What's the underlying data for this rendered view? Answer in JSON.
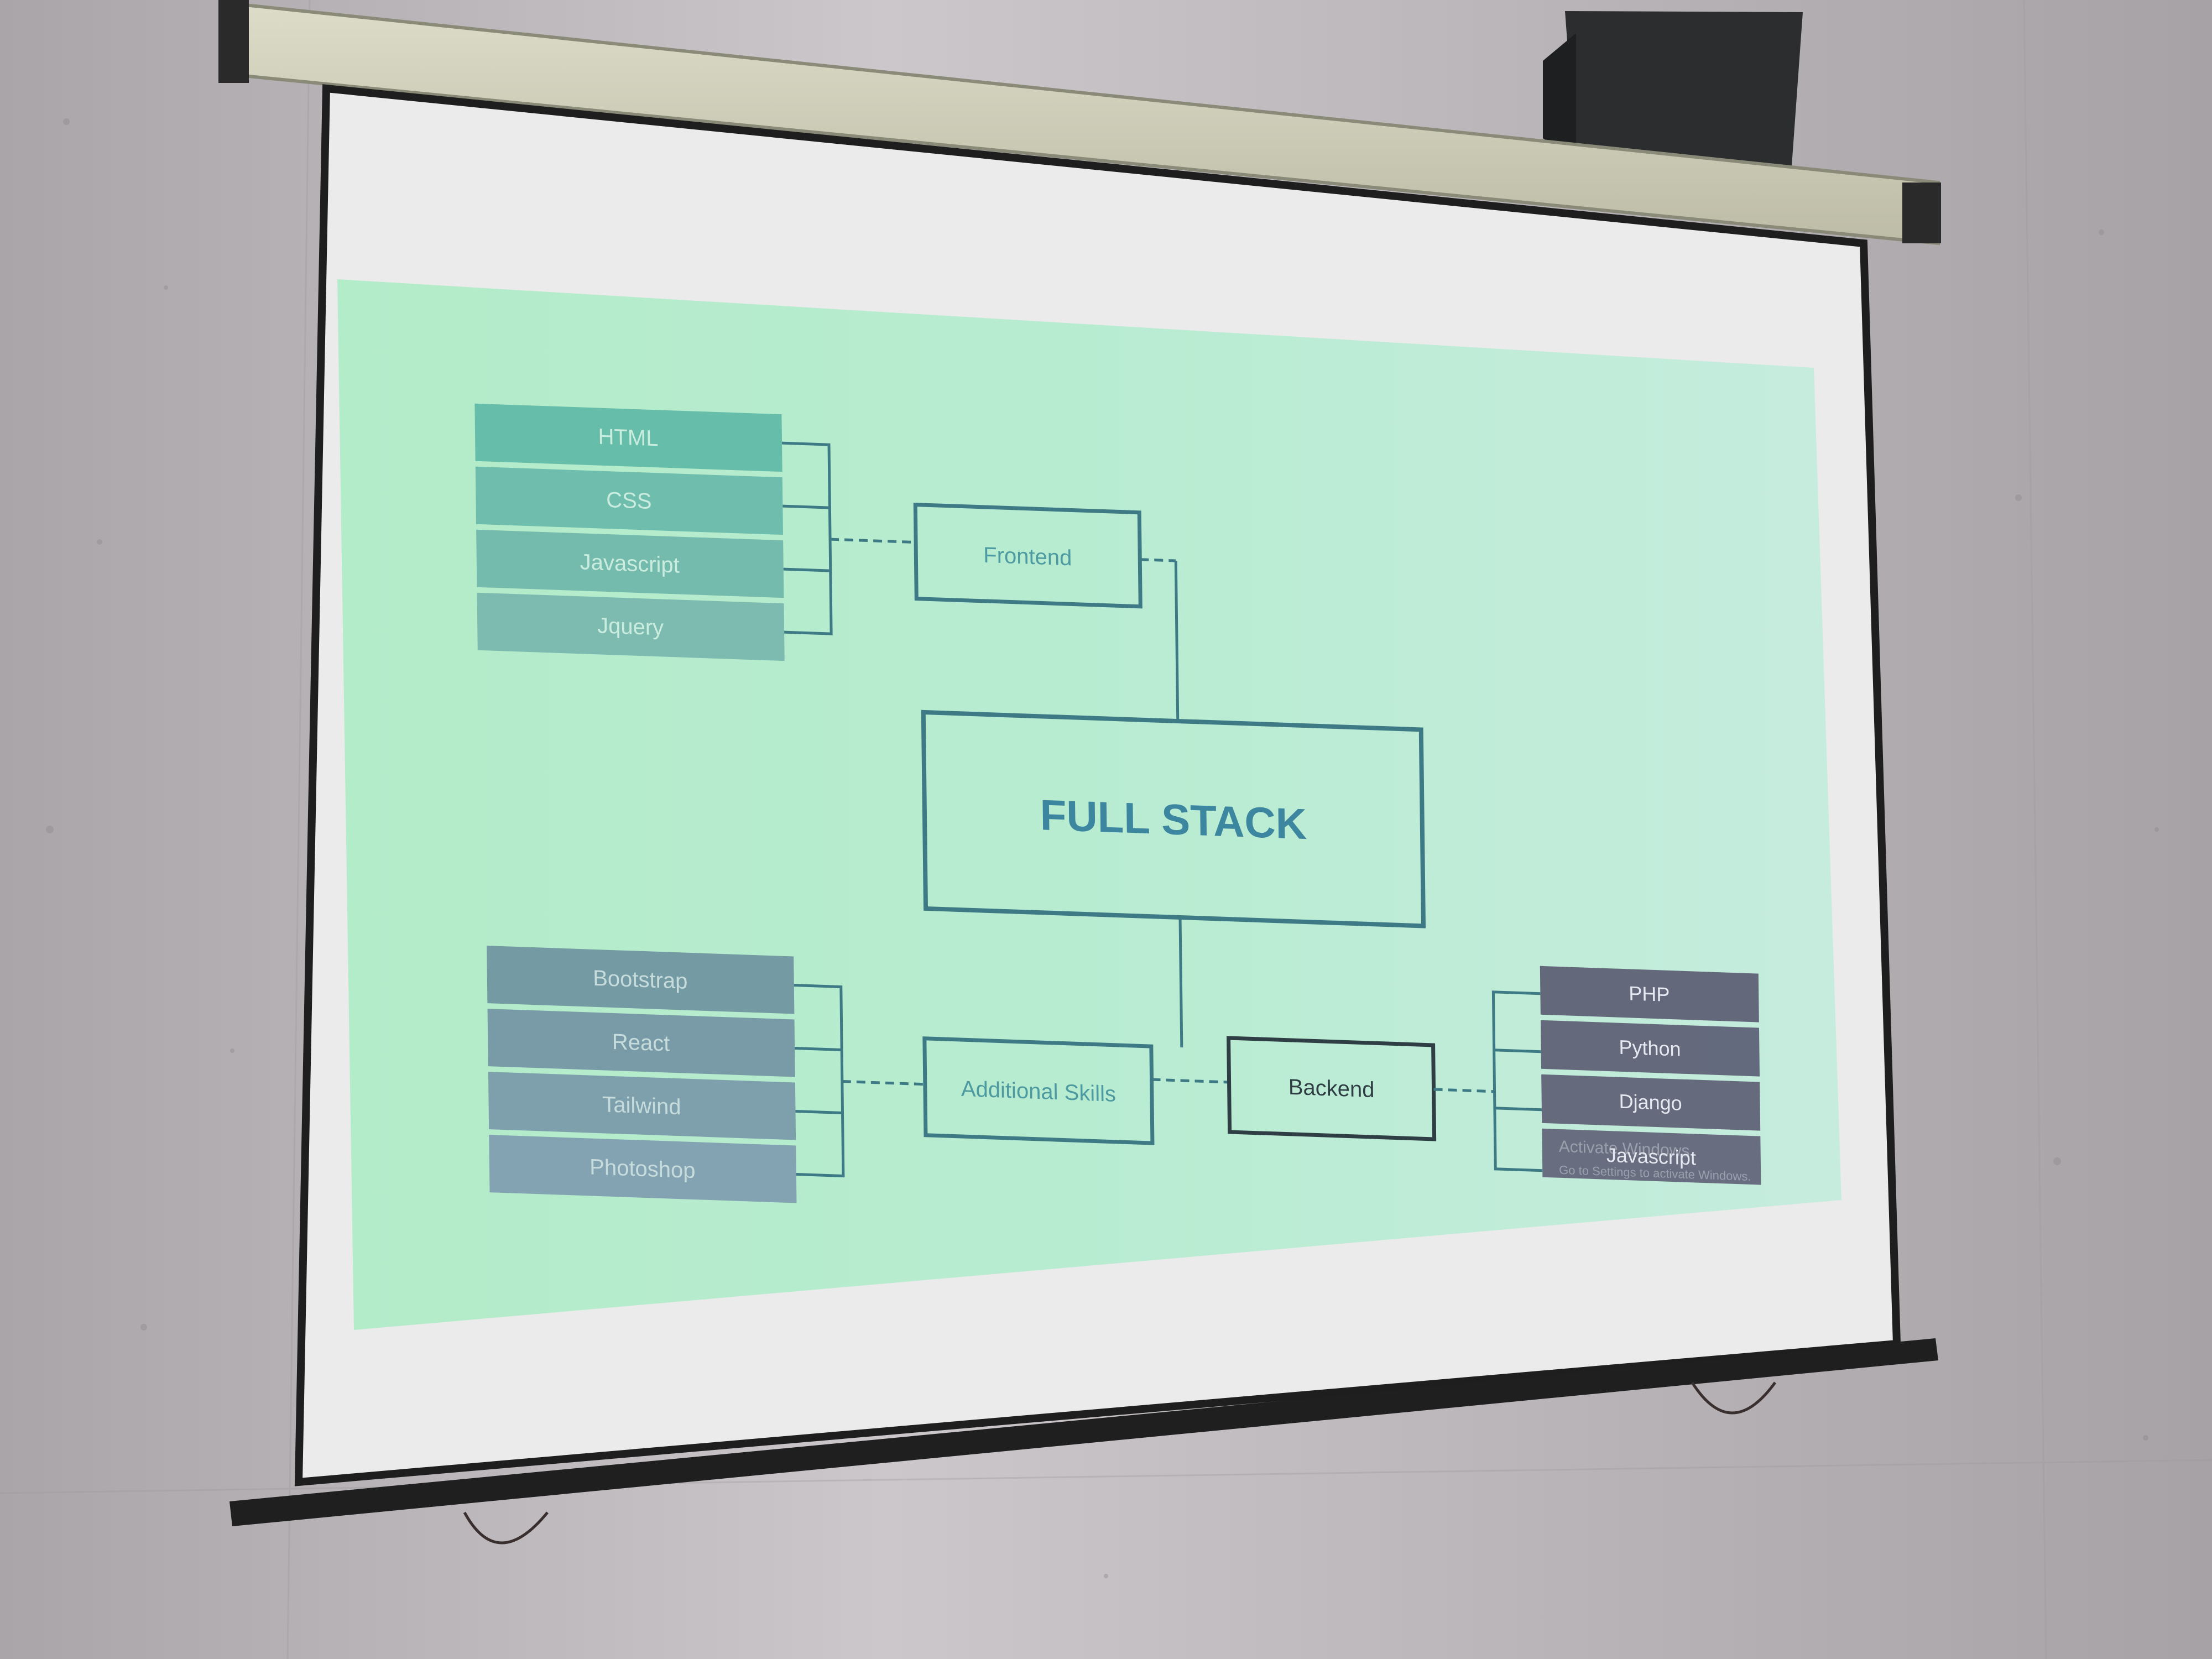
{
  "slide": {
    "title": "FULL STACK",
    "frontend": {
      "label": "Frontend",
      "items": [
        "HTML",
        "CSS",
        "Javascript",
        "Jquery"
      ]
    },
    "additional": {
      "label": "Additional Skills",
      "items": [
        "Bootstrap",
        "React",
        "Tailwind",
        "Photoshop"
      ]
    },
    "backend": {
      "label": "Backend",
      "items": [
        "PHP",
        "Python",
        "Django",
        "Javascript"
      ]
    },
    "watermark": {
      "line1": "Activate Windows",
      "line2": "Go to Settings to activate Windows."
    }
  },
  "colors": {
    "slide_bg": "#b9ecd0",
    "frontend_items": "#5fb8a6",
    "additional_items": "#7a96a8",
    "backend_items": "#606477",
    "title_text": "#3d86a0",
    "box_stroke": "#3d7a85"
  }
}
